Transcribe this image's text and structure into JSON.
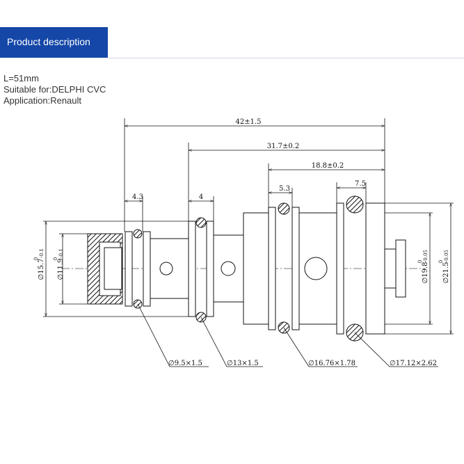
{
  "header": {
    "title": "Product description",
    "accent_color": "#1447a8"
  },
  "specs": {
    "length": "L=51mm",
    "suitable_for": "Suitable for:DELPHI CVC",
    "application": "Application:Renault"
  },
  "diagram": {
    "dimensions_top": {
      "overall": "42±1.5",
      "mid": "31.7±0.2",
      "inner": "18.8±0.2",
      "groove1": "4.3",
      "groove2": "4",
      "groove3": "5.3",
      "groove4": "7.5"
    },
    "diameters_left": {
      "outer": "∅15.7",
      "outer_tol_top": "0",
      "outer_tol_bottom": "-0.1",
      "inner": "∅11.9",
      "inner_tol_top": "0",
      "inner_tol_bottom": "-0.1"
    },
    "diameters_right": {
      "inner": "∅19.8",
      "inner_tol_top": "0",
      "inner_tol_bottom": "-0.05",
      "outer": "∅21.5",
      "outer_tol_top": "0",
      "outer_tol_bottom": "-0.05"
    },
    "orings": {
      "o1": "∅9.5×1.5",
      "o2": "∅13×1.5",
      "o3": "∅16.76×1.78",
      "o4": "∅17.12×2.62"
    }
  }
}
